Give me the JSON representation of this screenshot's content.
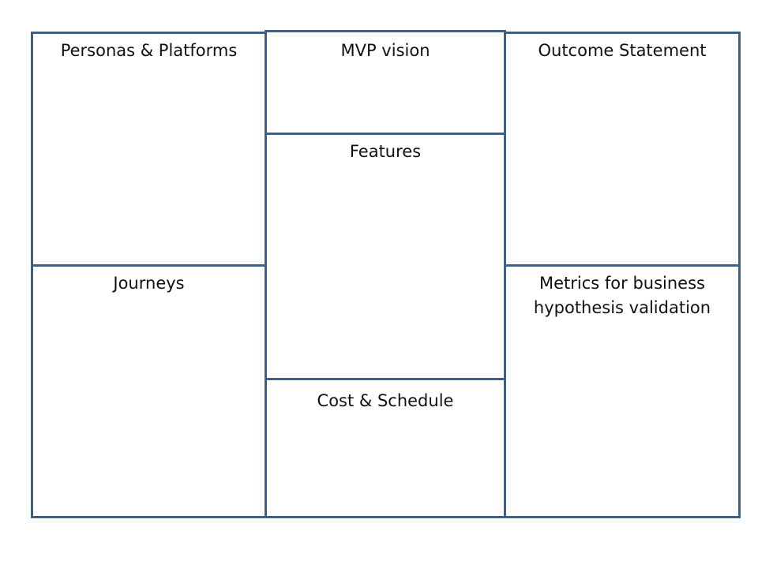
{
  "canvas": {
    "border_color": "#3e5f86",
    "cells": {
      "personas": {
        "label": "Personas  & Platforms"
      },
      "journeys": {
        "label": "Journeys"
      },
      "mvp_vision": {
        "label": "MVP vision"
      },
      "features": {
        "label": "Features"
      },
      "cost_schedule": {
        "label": "Cost & Schedule"
      },
      "outcome": {
        "label": "Outcome  Statement"
      },
      "metrics": {
        "label": "Metrics for business\nhypothesis  validation"
      }
    }
  }
}
